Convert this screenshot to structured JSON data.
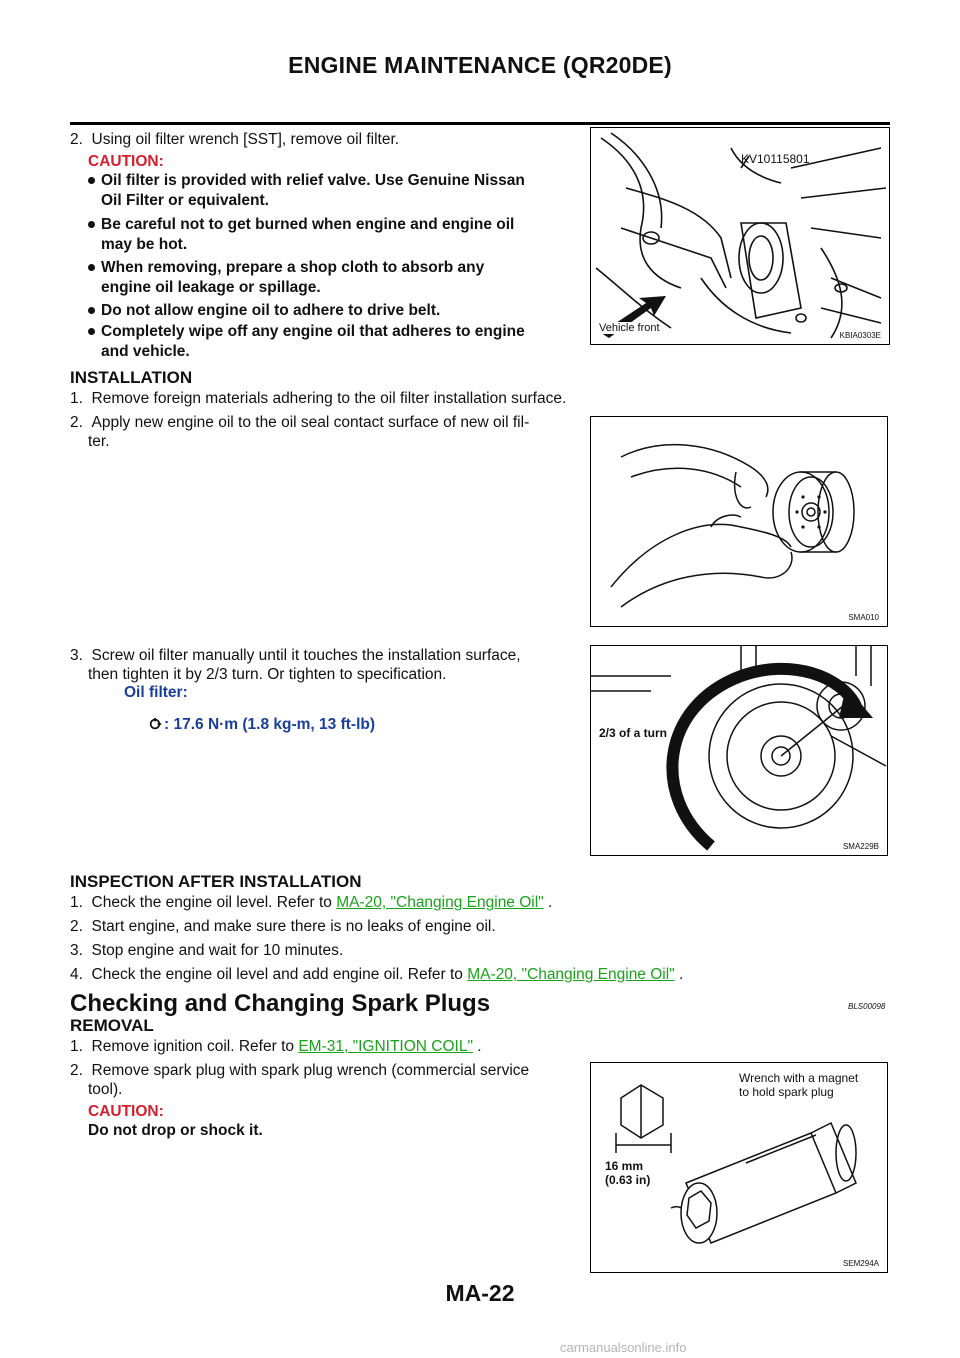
{
  "header": {
    "title": "ENGINE MAINTENANCE (QR20DE)"
  },
  "removal_step2": {
    "text": "2.  Using oil filter wrench [SST], remove oil filter.",
    "caution_label": "CAUTION:",
    "bullets": [
      [
        "Oil filter is provided with relief valve. Use Genuine Nissan",
        "Oil Filter or equivalent."
      ],
      [
        "Be careful not to get burned when engine and engine oil",
        "may be hot."
      ],
      [
        "When removing, prepare a shop cloth to absorb any",
        "engine oil leakage or spillage."
      ],
      [
        "Do not allow engine oil to adhere to drive belt."
      ],
      [
        "Completely wipe off any engine oil that adheres to engine",
        "and vehicle."
      ]
    ]
  },
  "figures": {
    "fig1": {
      "id": "KBIA0303E",
      "tool_label": "KV10115801",
      "front_label": "Vehicle front"
    },
    "fig2": {
      "id": "SMA010"
    },
    "fig3": {
      "id": "SMA229B",
      "label": "2/3 of a turn"
    },
    "fig4": {
      "id": "SEM294A",
      "label_line1": "Wrench with a magnet",
      "label_line2": "to hold spark plug",
      "dim_line1": "16 mm",
      "dim_line2": "(0.63 in)"
    }
  },
  "installation": {
    "heading": "INSTALLATION",
    "step1": "1.  Remove foreign materials adhering to the oil filter installation surface.",
    "step2_line1": "2.  Apply new engine oil to the oil seal contact surface of new oil fil-",
    "step2_line2": "ter.",
    "step3_line1": "3.  Screw oil filter manually until it touches the installation surface,",
    "step3_line2": "then tighten it by 2/3 turn. Or tighten to specification.",
    "spec_label": "Oil filter:",
    "spec_value": ": 17.6 N·m (1.8 kg-m, 13 ft-lb)"
  },
  "inspection": {
    "heading": "INSPECTION AFTER INSTALLATION",
    "step1_pre": "1.  Check the engine oil level. Refer to ",
    "step1_link": "MA-20, \"Changing Engine Oil\"",
    "step1_post": " .",
    "step2": "2.  Start engine, and make sure there is no leaks of engine oil.",
    "step3": "3.  Stop engine and wait for 10 minutes.",
    "step4_pre": "4.  Check the engine oil level and add engine oil. Refer to ",
    "step4_link": "MA-20, \"Changing Engine Oil\"",
    "step4_post": " ."
  },
  "spark": {
    "title": "Checking and Changing Spark Plugs",
    "code": "BLS00098",
    "removal_heading": "REMOVAL",
    "step1_pre": "1.  Remove ignition coil. Refer to ",
    "step1_link": "EM-31, \"IGNITION COIL\"",
    "step1_post": " .",
    "step2_line1": "2.  Remove spark plug with spark plug wrench (commercial service",
    "step2_line2": "tool).",
    "caution_label": "CAUTION:",
    "caution_text": "Do not drop or shock it."
  },
  "footer": {
    "page": "MA-22"
  },
  "watermark": "carmanualsonline.info"
}
